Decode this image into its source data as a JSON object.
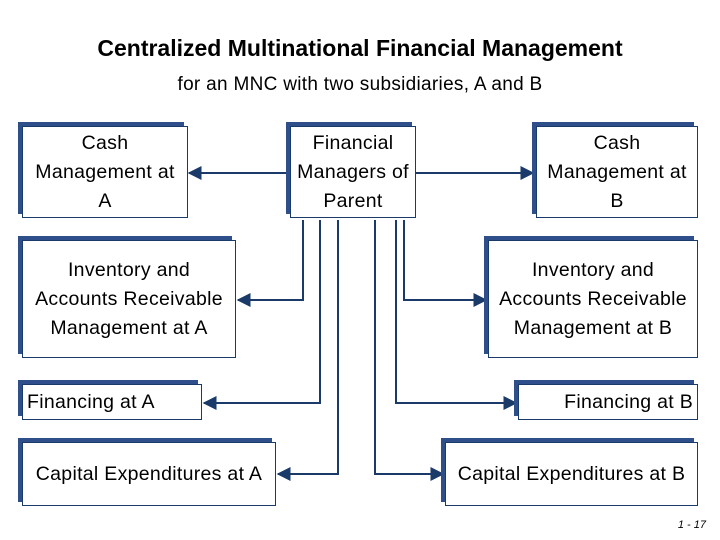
{
  "title": "Centralized Multinational Financial Management",
  "subtitle": "for an MNC with two subsidiaries, A and B",
  "nodes": {
    "parent": "Financial Managers of Parent",
    "cash_a": "Cash Management at A",
    "cash_b": "Cash Management at B",
    "inventory_a": "Inventory and Accounts Receivable Management at A",
    "inventory_b": "Inventory and Accounts Receivable Management at B",
    "financing_a": "Financing at A",
    "financing_b": "Financing at B",
    "capex_a": "Capital Expenditures at A",
    "capex_b": "Capital Expenditures at B"
  },
  "page_number": "1 - 17",
  "colors": {
    "box_shadow": "#2e4f8a",
    "connector": "#1a3a6a"
  }
}
